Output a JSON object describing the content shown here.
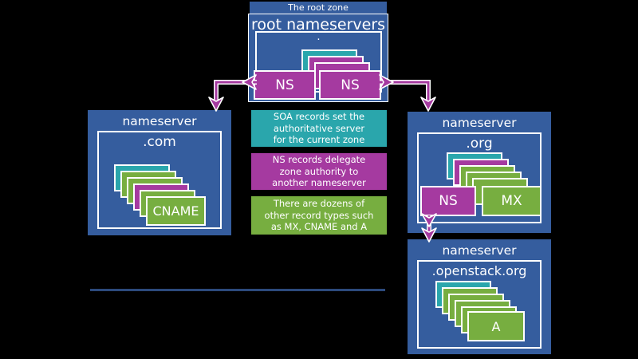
{
  "colors": {
    "background": "#000000",
    "box_blue": "#355D9E",
    "teal": "#2AA6AC",
    "magenta": "#A53AA0",
    "green": "#77AE40",
    "divider_navy": "#2C4A7C",
    "text": "#FFFFFF"
  },
  "root_zone": {
    "zone_label": "The root zone",
    "title": "root nameservers",
    "dot": ".",
    "stack": [
      "teal",
      "magenta",
      "magenta"
    ],
    "ns_labels": [
      "NS",
      "NS"
    ]
  },
  "legend": [
    {
      "id": "soa",
      "color": "teal",
      "text": "SOA records set the\nauthoritative server\nfor the current zone"
    },
    {
      "id": "ns",
      "color": "magenta",
      "text": "NS records delegate\nzone authority to\nanother nameserver"
    },
    {
      "id": "other",
      "color": "green",
      "text": "There are dozens of\nother record types such\nas MX, CNAME and A"
    }
  ],
  "com": {
    "title": "nameserver",
    "zone": ".com",
    "stack": [
      "teal",
      "green",
      "green",
      "magenta",
      "green"
    ],
    "front_label": "CNAME"
  },
  "org": {
    "title": "nameserver",
    "zone": ".org",
    "stack": [
      "teal",
      "magenta",
      "green",
      "green",
      "green"
    ],
    "front_ns": "NS",
    "front_mx": "MX"
  },
  "openstack": {
    "title": "nameserver",
    "zone": ".openstack.org",
    "stack": [
      "teal",
      "green",
      "green",
      "green",
      "green"
    ],
    "front_label": "A"
  }
}
